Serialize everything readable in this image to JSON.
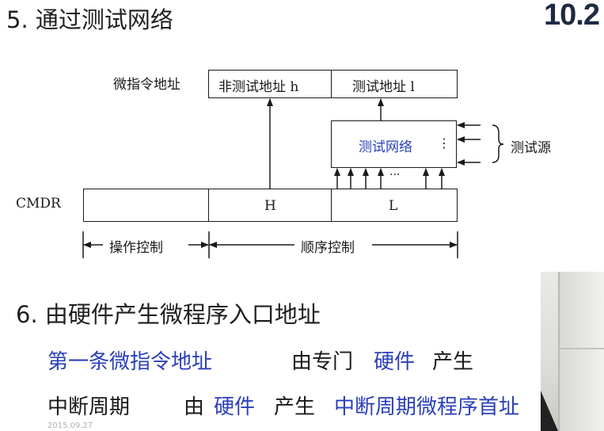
{
  "heading5": "5. 通过测试网络",
  "section_number": "10.2",
  "diagram": {
    "micro_addr_label": "微指令地址",
    "non_test_addr": "非测试地址 h",
    "test_addr": "测试地址 l",
    "test_network": "测试网络",
    "test_source": "测试源",
    "ellipsis_h": "···",
    "ellipsis_v": "⋮",
    "cmdr_label": "CMDR",
    "h_field": "H",
    "l_field": "L",
    "op_control": "操作控制",
    "seq_control": "顺序控制"
  },
  "heading6": "6. 由硬件产生微程序入口地址",
  "line1": {
    "part1": "第一条微指令地址",
    "part2": "由专门",
    "part3": "硬件",
    "part4": "产生"
  },
  "line2": {
    "part1": "中断周期",
    "part2": "由",
    "part3": "硬件",
    "part4": "产生",
    "part5": "中断周期微程序首址"
  },
  "date": "2015.09.27",
  "colors": {
    "accent_blue": "#2b3fb8",
    "text": "#1a1a1a",
    "section_number": "#1f2a44"
  }
}
